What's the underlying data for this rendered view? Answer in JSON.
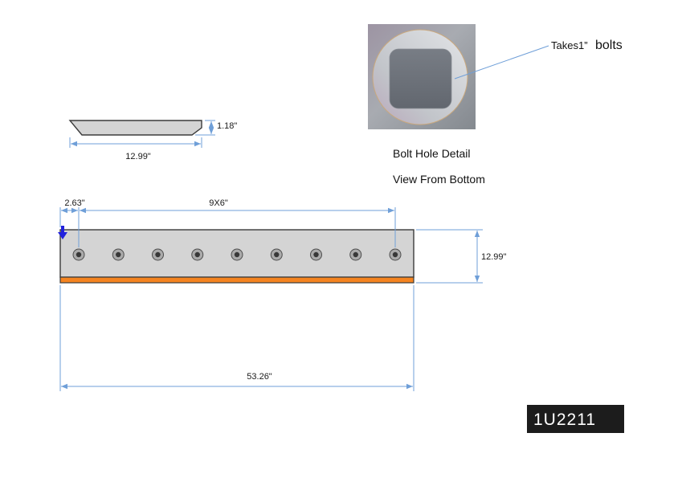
{
  "side_view": {
    "thickness_dim": "1.18\"",
    "width_dim": "12.99\""
  },
  "bolt_hole_detail": {
    "leader_prefix": "Takes1”",
    "leader_suffix": "bolts",
    "caption": "Bolt Hole Detail",
    "subcaption": "View From Bottom"
  },
  "front_view": {
    "edge_to_hole_dim": "2.63\"",
    "hole_pattern_dim": "9X6\"",
    "depth_dim": "12.99\"",
    "length_dim": "53.26\"",
    "hole_count": 9
  },
  "title_block": {
    "part_number": "1U2211"
  },
  "colors": {
    "dimension_blue": "#6f9fd8",
    "part_gray": "#d4d4d4",
    "edge_orange": "#f58420",
    "marker_blue": "#2222dd",
    "title_block_bg": "#1c1c1c"
  }
}
